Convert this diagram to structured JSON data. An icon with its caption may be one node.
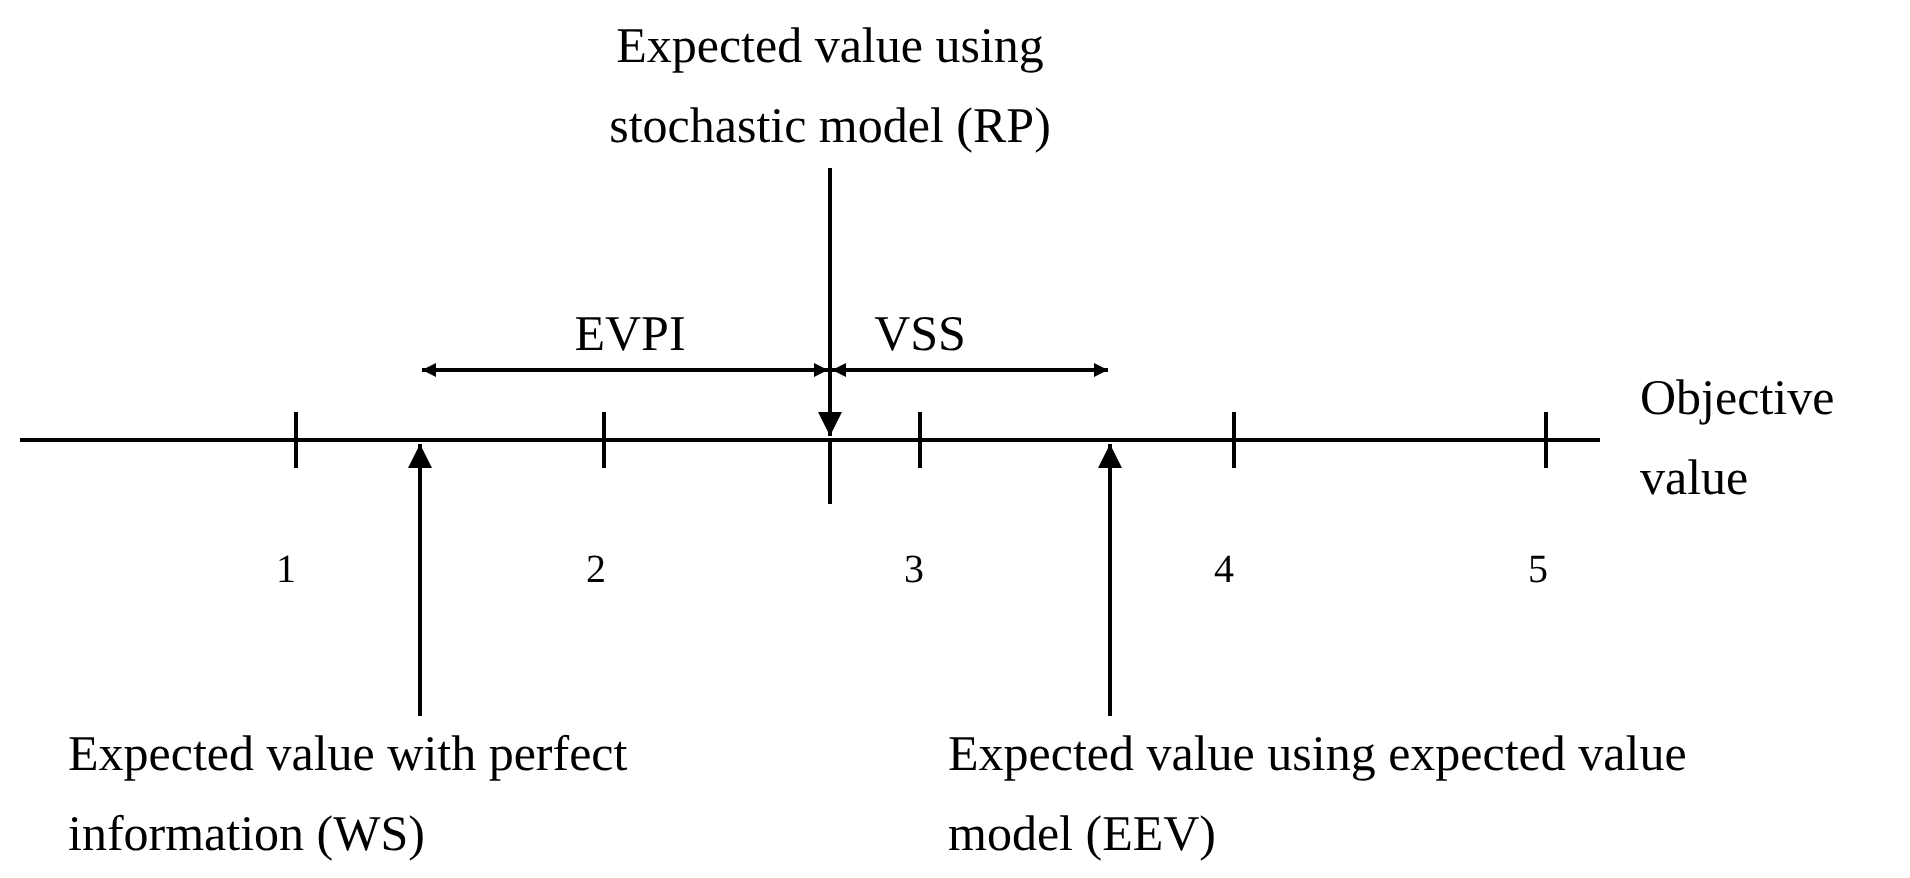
{
  "diagram": {
    "nodes": [
      {
        "text": [
          "Expected value using stochastic model (RP)"
        ]
      },
      {
        "text": [
          "Expected value with perfect information (WS)"
        ]
      },
      {
        "text": [
          "Expected value using expected value model (EEV)"
        ]
      }
    ],
    "edges": [
      {
        "from": 0,
        "to": null,
        "arrow": "to"
      },
      {
        "from": 1,
        "to": null,
        "arrow": "to"
      },
      {
        "from": 2,
        "to": null,
        "arrow": "to"
      }
    ],
    "labels": [
      "EVPI",
      "VSS",
      "Objective value",
      "1",
      "2",
      "3",
      "4",
      "5"
    ]
  }
}
